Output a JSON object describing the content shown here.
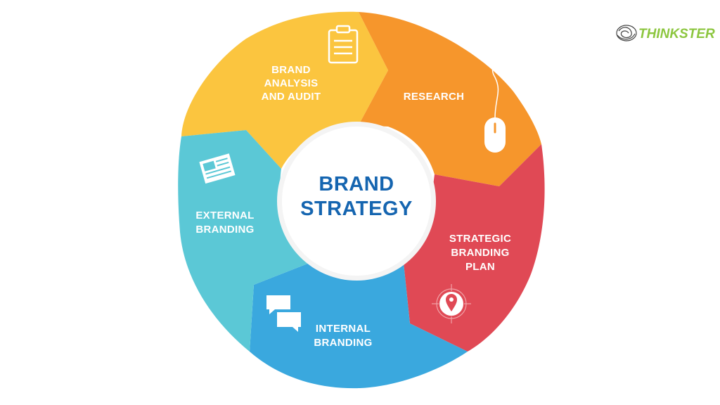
{
  "center": {
    "lines": [
      "BRAND",
      "STRATEGY"
    ],
    "color": "#1565b0"
  },
  "segments": [
    {
      "id": "brand-analysis",
      "lines": [
        "BRAND",
        "ANALYSIS",
        "AND AUDIT"
      ],
      "color": "#fbc53f",
      "icon": "clipboard-icon"
    },
    {
      "id": "research",
      "lines": [
        "RESEARCH"
      ],
      "color": "#f6962c",
      "icon": "mouse-icon"
    },
    {
      "id": "strategic-plan",
      "lines": [
        "STRATEGIC",
        "BRANDING",
        "PLAN"
      ],
      "color": "#e04955",
      "icon": "location-pin-icon"
    },
    {
      "id": "internal-branding",
      "lines": [
        "INTERNAL",
        "BRANDING"
      ],
      "color": "#3aa8de",
      "icon": "chat-bubbles-icon"
    },
    {
      "id": "external-branding",
      "lines": [
        "EXTERNAL",
        "BRANDING"
      ],
      "color": "#5bc8d6",
      "icon": "newspaper-icon"
    }
  ],
  "logo": {
    "text": "THINKSTER",
    "color": "#8cc63f",
    "icon": "brain-scribble-icon"
  }
}
